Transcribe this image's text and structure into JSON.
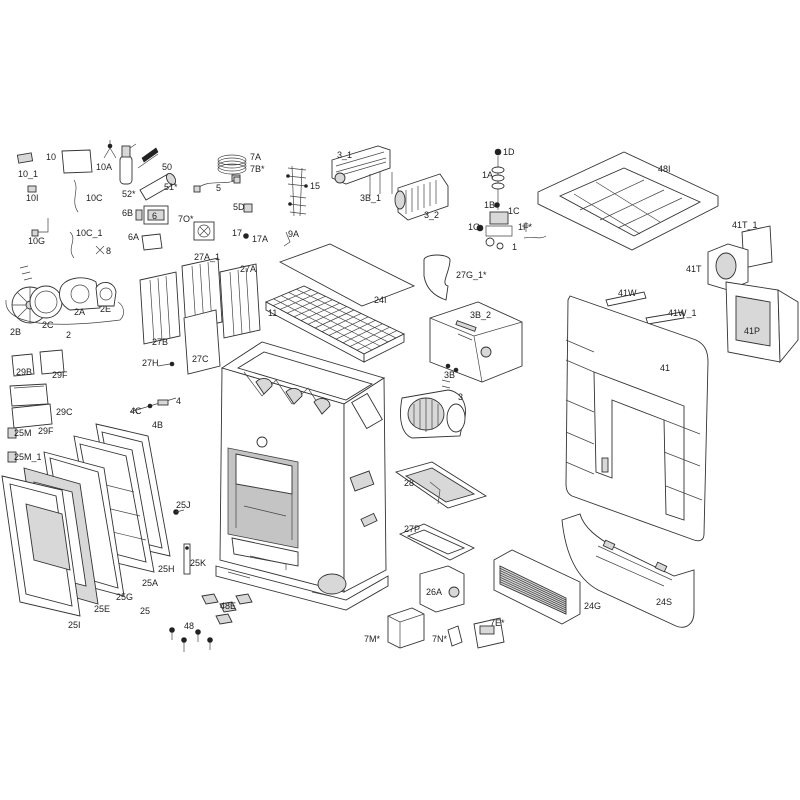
{
  "labels": {
    "l10_1": "10_1",
    "l10": "10",
    "l10A": "10A",
    "l52": "52*",
    "l50": "50",
    "l51": "51*",
    "l7A": "7A",
    "l7B": "7B*",
    "l5": "5",
    "l5D": "5D",
    "l15": "15",
    "l3_1": "3_1",
    "l3B_1": "3B_1",
    "l3_2": "3_2",
    "l1D": "1D",
    "l1A": "1A",
    "l1B": "1B",
    "l1C": "1C",
    "l1G": "1G",
    "l1F": "1F*",
    "l1": "1",
    "l48I": "48I",
    "l10I": "10I",
    "l10C": "10C",
    "l6B": "6B",
    "l6": "6",
    "l7O": "7O*",
    "l10G": "10G",
    "l10C_1": "10C_1",
    "l6A": "6A",
    "l17": "17",
    "l17A": "17A",
    "l9A": "9A",
    "l8": "8",
    "l41T_1": "41T_1",
    "l41T": "41T",
    "l27A_1": "27A_1",
    "l27A": "27A",
    "l27G_1": "27G_1*",
    "l2B": "2B",
    "l2C": "2C",
    "l2A": "2A",
    "l2E": "2E",
    "l2": "2",
    "l24I": "24I",
    "l11": "11",
    "l41W": "41W",
    "l41W_1": "41W_1",
    "l41P": "41P",
    "l41": "41",
    "l27B": "27B",
    "l27H": "27H",
    "l27C": "27C",
    "l3B_2": "3B_2",
    "l29B": "29B",
    "l29F": "29F",
    "l29C": "29C",
    "l29F_2": "29F",
    "l4C": "4C",
    "l4": "4",
    "l4B": "4B",
    "l3B": "3B",
    "l3": "3",
    "l25M": "25M",
    "l25M_1": "25M_1",
    "l28": "28",
    "l27P": "27P",
    "l25J": "25J",
    "l25K": "25K",
    "l25H": "25H",
    "l25A": "25A",
    "l25G": "25G",
    "l25E": "25E",
    "l25": "25",
    "l25I": "25I",
    "l48E": "48E",
    "l48": "48",
    "l26A": "26A",
    "l24G": "24G",
    "l24S": "24S",
    "l7M": "7M*",
    "l7N": "7N*",
    "l7E": "7E*"
  },
  "colors": {
    "line": "#333333",
    "fill": "#f2f2f2",
    "shade": "#d8d8d8",
    "background": "#ffffff"
  }
}
